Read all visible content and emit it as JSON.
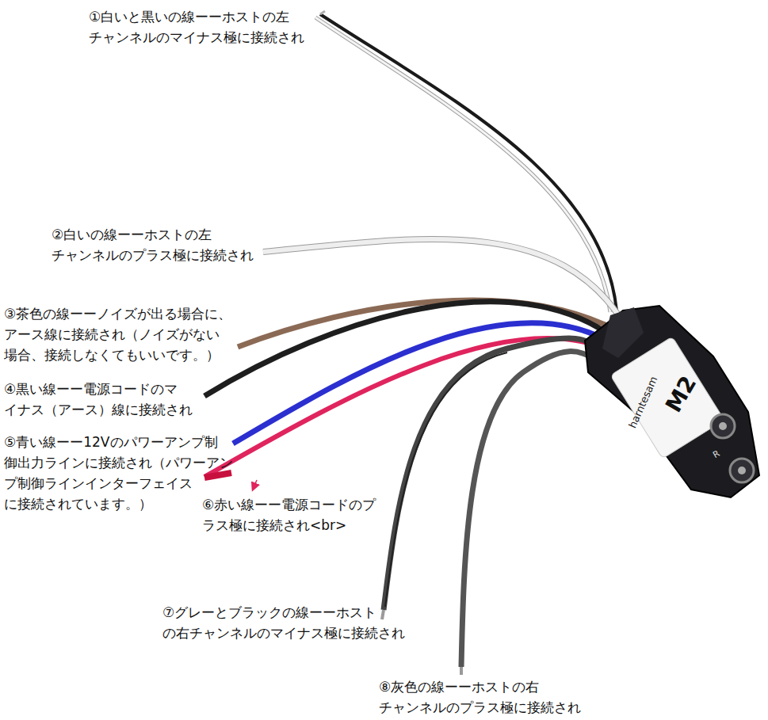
{
  "diagram": {
    "labels": [
      "①白いと黒いの線ーーホストの左 チャンネルのマイナス極に接続され",
      "②白いの線ーーホストの左 チャンネルのプラス極に接続され",
      "③茶色の線ーーノイズが出る場合に、 アース線に接続され（ノイズがない 場合、接続しなくてもいいです。）",
      "④黒い線ーー電源コードのマ イナス（アース）線に接続され",
      "⑤青い線ーー12Vのパワーアンプ制 御出力ラインに接続され（パワーアン プ制御ラインインターフェイス に接続されています。）",
      "⑥赤い線ーー電源コードのプ ラス極に接続され<br>",
      "⑦グレーとブラックの線ーーホスト の右チャンネルのマイナス極に接続され",
      "⑧灰色の線ーーホストの右 チャンネルのプラス極に接続され",
      "harntesam",
      "M2",
      "R"
    ]
  }
}
